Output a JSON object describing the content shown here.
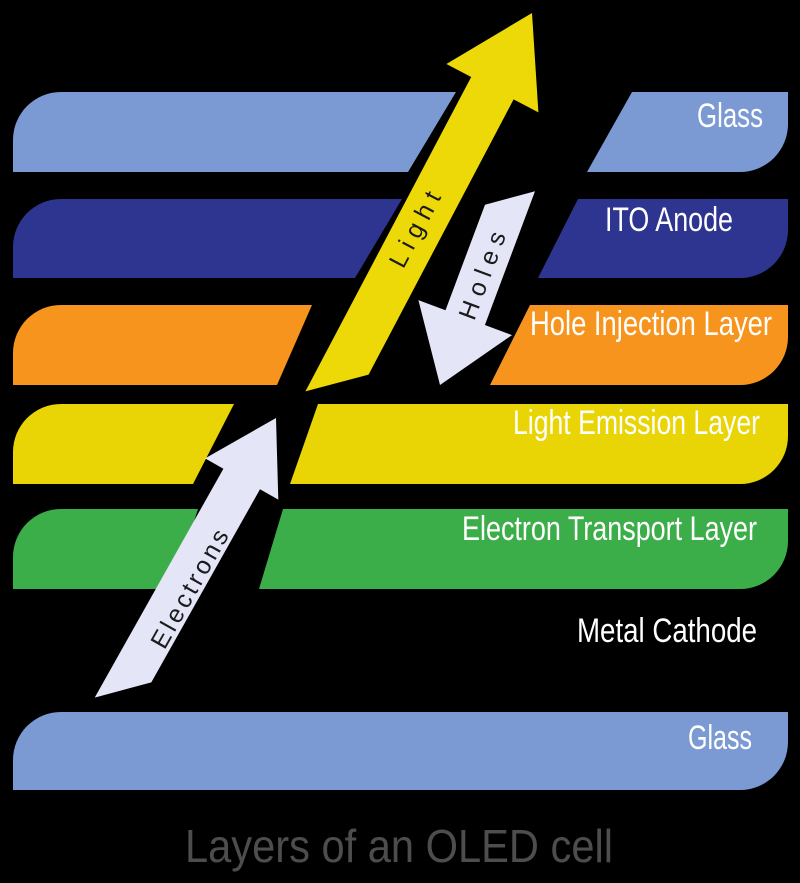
{
  "title": "Layers of an OLED cell",
  "colors": {
    "background": "#000000",
    "glass": "#7b9ad3",
    "ito": "#2e3590",
    "hole_injection": "#f7941e",
    "light_emission": "#e9d405",
    "electron_transport": "#3cae49",
    "light_arrow": "#eed908",
    "carrier_arrow": "#e4e5f7",
    "label_text": "#ffffff",
    "arrow_text": "#1b1b1b",
    "title_text": "#4d4d4d"
  },
  "layers": [
    {
      "name": "glass-top",
      "label": "Glass",
      "color": "#7b9ad3"
    },
    {
      "name": "ito-anode",
      "label": "ITO Anode",
      "color": "#2e3590"
    },
    {
      "name": "hole-injection",
      "label": "Hole Injection Layer",
      "color": "#f7941e"
    },
    {
      "name": "light-emission",
      "label": "Light Emission Layer",
      "color": "#e9d405"
    },
    {
      "name": "electron-transport",
      "label": "Electron Transport Layer",
      "color": "#3cae49"
    },
    {
      "name": "metal-cathode",
      "label": "Metal Cathode",
      "color": "#000000"
    },
    {
      "name": "glass-bottom",
      "label": "Glass",
      "color": "#7b9ad3"
    }
  ],
  "arrows": [
    {
      "name": "light",
      "label": "Light",
      "direction": "up",
      "color": "#eed908",
      "text_color": "#1b1b1b"
    },
    {
      "name": "holes",
      "label": "Holes",
      "direction": "down",
      "color": "#e4e5f7",
      "text_color": "#1b1b1b"
    },
    {
      "name": "electrons",
      "label": "Electrons",
      "direction": "up",
      "color": "#e4e5f7",
      "text_color": "#1b1b1b"
    }
  ]
}
